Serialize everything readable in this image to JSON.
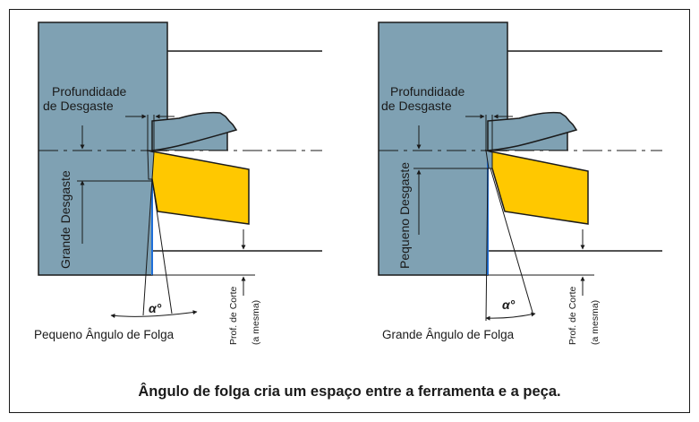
{
  "colors": {
    "workpiece": "#7fa1b3",
    "tool": "#ffc800",
    "outline": "#1a1a1a",
    "depth_line": "#1e6fd9"
  },
  "left_panel": {
    "wear_depth_label_line1": "Profundidade",
    "wear_depth_label_line2": "de Desgaste",
    "wear_label": "Grande Desgaste",
    "angle_label": "α°",
    "bottom_label": "Pequeno Ângulo de Folga",
    "cut_depth_label_line1": "Prof. de Corte",
    "cut_depth_label_line2": "(a mesma)"
  },
  "right_panel": {
    "wear_depth_label_line1": "Profundidade",
    "wear_depth_label_line2": "de Desgaste",
    "wear_label": "Pequeno Desgaste",
    "angle_label": "α°",
    "bottom_label": "Grande Ângulo de Folga",
    "cut_depth_label_line1": "Prof. de Corte",
    "cut_depth_label_line2": "(a mesma)"
  },
  "caption": "Ângulo de folga cria um espaço entre a ferramenta e a peça."
}
